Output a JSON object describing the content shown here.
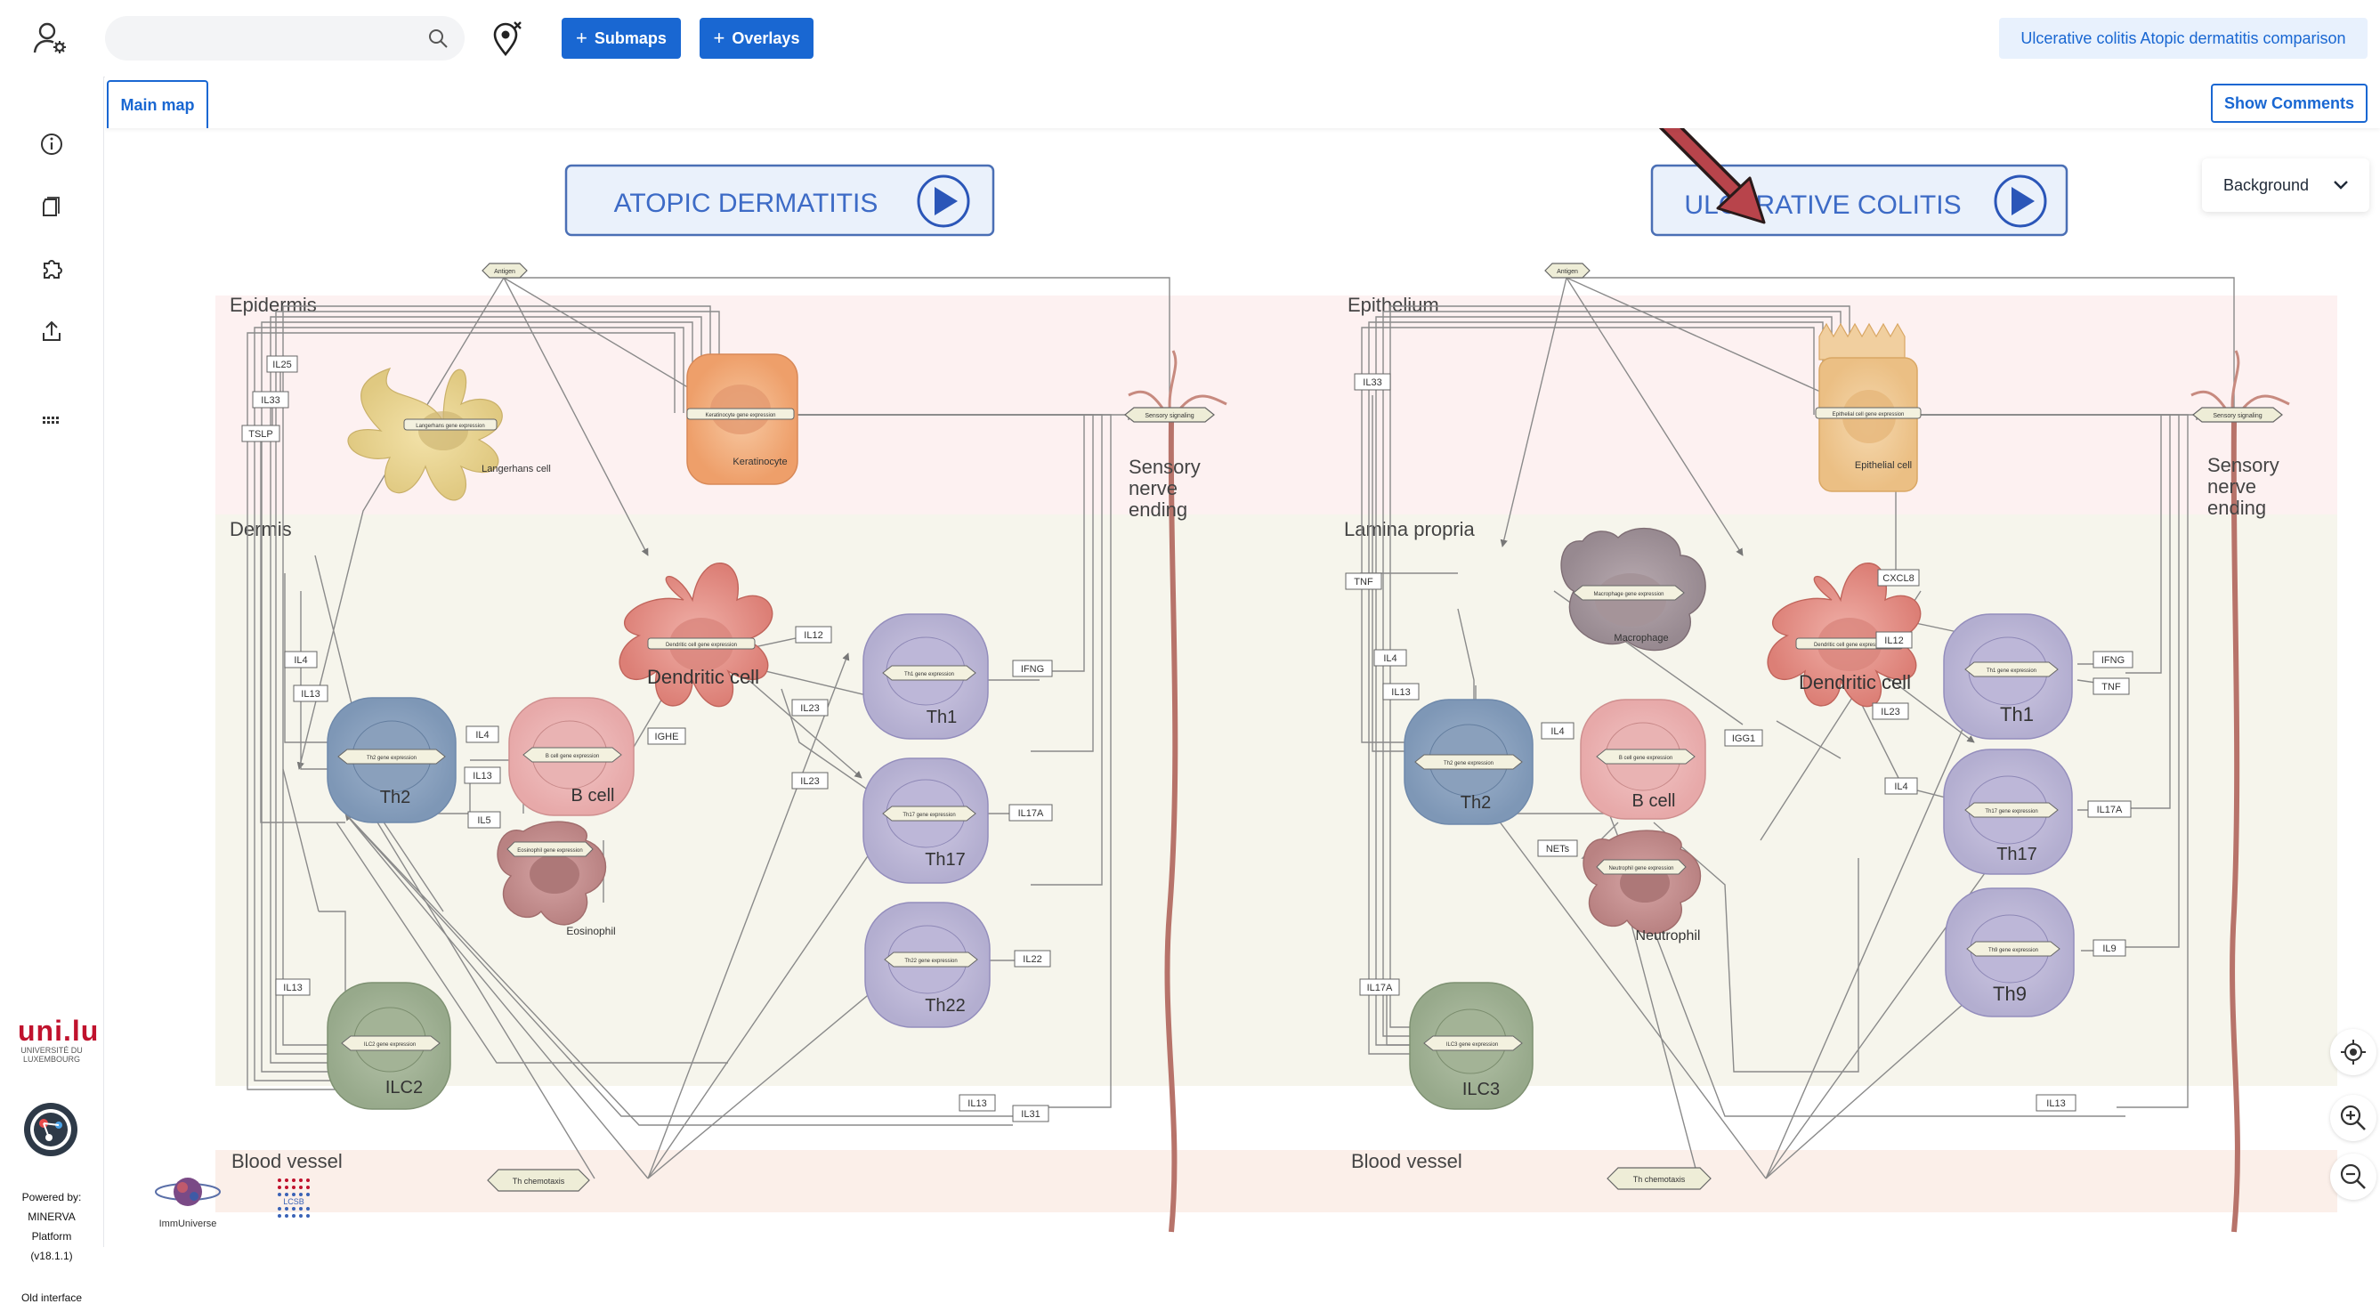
{
  "toolbar": {
    "search_placeholder": "",
    "submaps_label": "Submaps",
    "overlays_label": "Overlays",
    "project_name": "Ulcerative colitis Atopic dermatitis comparison"
  },
  "tabs": {
    "main_map": "Main map",
    "show_comments": "Show Comments"
  },
  "background": {
    "selected": "Background"
  },
  "sidebar": {
    "uni_logo_main": "uni.lu",
    "uni_logo_sub": "UNIVERSITÉ DU LUXEMBOURG",
    "powered_by": [
      "Powered by:",
      "MINERVA",
      "Platform",
      "(v18.1.1)"
    ],
    "old_interface": "Old interface"
  },
  "logos": {
    "immuniverse": "ImmUniverse",
    "lcsb": "LCSB"
  },
  "colors": {
    "brand_blue": "#1967d2",
    "badge_bg": "#e8f1fd",
    "arrow_red": "#c0392b"
  },
  "map": {
    "left": {
      "title": "ATOPIC DERMATITIS",
      "compartments": {
        "top": "Epidermis",
        "middle": "Dermis",
        "bottom": "Blood vessel"
      },
      "source_node": "Antigen",
      "receptor_node": "Sensory signaling",
      "nerve_label": [
        "Sensory",
        "nerve",
        "ending"
      ],
      "chemotaxis_node": "Th chemotaxis",
      "top_cells": [
        {
          "name": "Langerhans cell",
          "node": "Langerhans gene expression"
        },
        {
          "name": "Keratinocyte",
          "node": "Keratinocyte gene expression"
        }
      ],
      "dendritic": {
        "name": "Dendritic cell",
        "node": "Dendritic cell gene expression"
      },
      "left_cells": [
        {
          "name": "Th2",
          "node": "Th2 gene expression"
        },
        {
          "name": "B cell",
          "node": "B cell gene expression"
        },
        {
          "name": "Eosinophil",
          "node": "Eosinophil gene expression"
        },
        {
          "name": "ILC2",
          "node": "ILC2 gene expression"
        }
      ],
      "th_cells": [
        {
          "name": "Th1",
          "node": "Th1 gene expression"
        },
        {
          "name": "Th17",
          "node": "Th17 gene expression"
        },
        {
          "name": "Th22",
          "node": "Th22 gene expression"
        }
      ],
      "labels": [
        "IL25",
        "IL33",
        "TSLP",
        "IL4",
        "IL13",
        "IL13",
        "IL4",
        "IL13",
        "IL5",
        "IGHE",
        "IL12",
        "IL23",
        "IL23",
        "IFNG",
        "IL17A",
        "IL22",
        "IL13",
        "IL31"
      ]
    },
    "right": {
      "title": "ULCERATIVE COLITIS",
      "compartments": {
        "top": "Epithelium",
        "middle": "Lamina propria",
        "bottom": "Blood vessel"
      },
      "source_node": "Antigen",
      "receptor_node": "Sensory signaling",
      "nerve_label": [
        "Sensory",
        "nerve",
        "ending"
      ],
      "chemotaxis_node": "Th chemotaxis",
      "top_cells": [
        {
          "name": "Epithelial cell",
          "node": "Epithelial cell gene expression"
        }
      ],
      "macrophage": {
        "name": "Macrophage",
        "node": "Macrophage gene expression"
      },
      "dendritic": {
        "name": "Dendritic cell",
        "node": "Dendritic cell gene expression"
      },
      "left_cells": [
        {
          "name": "Th2",
          "node": "Th2 gene expression"
        },
        {
          "name": "B cell",
          "node": "B cell gene expression"
        },
        {
          "name": "Neutrophil",
          "node": "Neutrophil gene expression"
        },
        {
          "name": "ILC3",
          "node": "ILC3 gene expression"
        }
      ],
      "th_cells": [
        {
          "name": "Th1",
          "node": "Th1 gene expression"
        },
        {
          "name": "Th17",
          "node": "Th17 gene expression"
        },
        {
          "name": "Th9",
          "node": "Th9 gene expression"
        }
      ],
      "labels": [
        "IL33",
        "TNF",
        "IL4",
        "IL13",
        "IL4",
        "IGG1",
        "NETs",
        "CXCL8",
        "IL12",
        "IL23",
        "IL4",
        "IFNG",
        "TNF",
        "IL17A",
        "IL9",
        "IL17A",
        "IL13"
      ]
    }
  }
}
